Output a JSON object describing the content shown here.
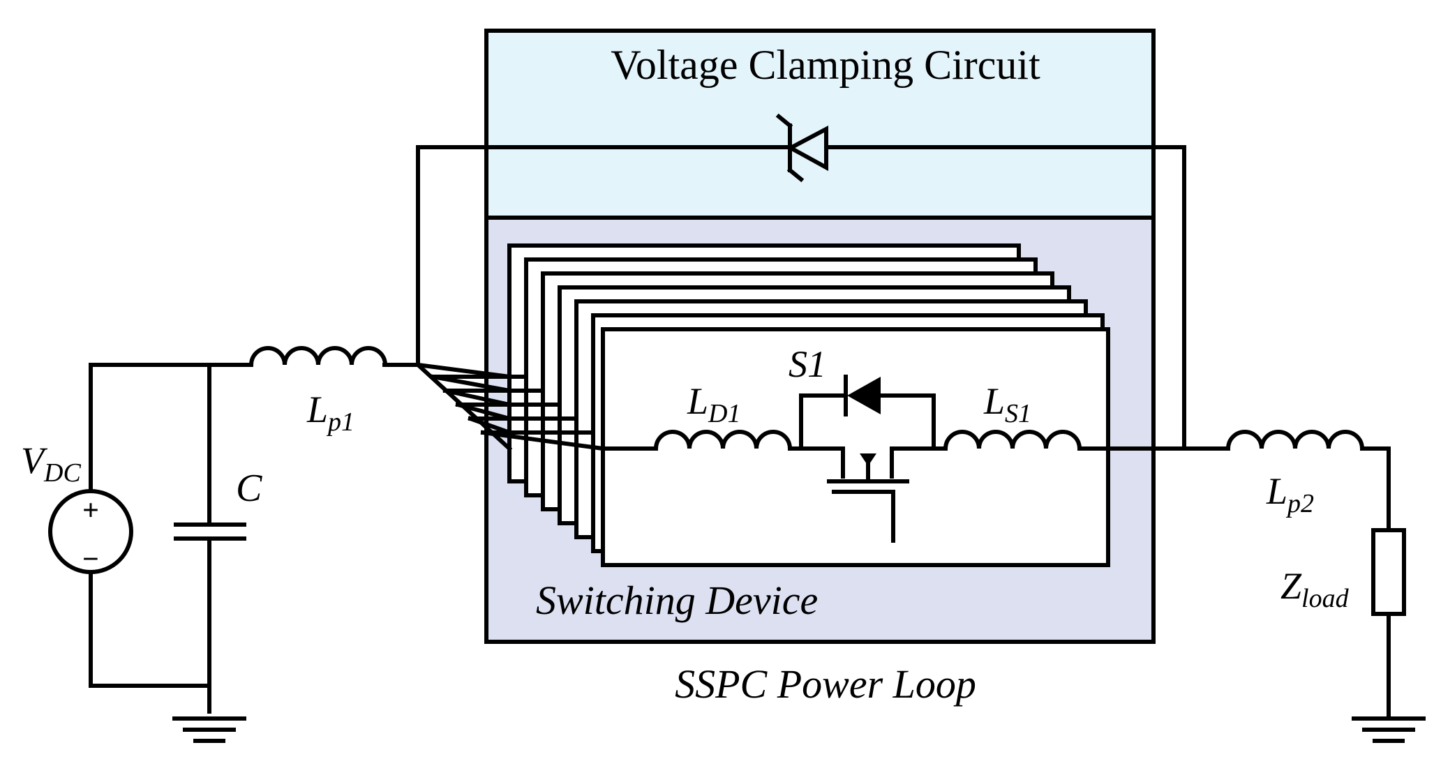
{
  "diagram": {
    "clamp_title": "Voltage Clamping Circuit",
    "switching_label": "Switching Device",
    "loop_label": "SSPC Power Loop",
    "source": {
      "symbol": "V",
      "subscript": "DC",
      "plus": "+",
      "minus": "−"
    },
    "capacitor": {
      "symbol": "C"
    },
    "lp1": {
      "symbol": "L",
      "subscript": "p1"
    },
    "lp2": {
      "symbol": "L",
      "subscript": "p2"
    },
    "ld1": {
      "symbol": "L",
      "subscript": "D1"
    },
    "ls1": {
      "symbol": "L",
      "subscript": "S1"
    },
    "switch": {
      "label": "S1"
    },
    "load": {
      "symbol": "Z",
      "subscript": "load"
    }
  },
  "colors": {
    "clamp_fill": "#e3f4fb",
    "switch_fill": "#dce0f1",
    "line": "#000000",
    "background": "#ffffff"
  }
}
